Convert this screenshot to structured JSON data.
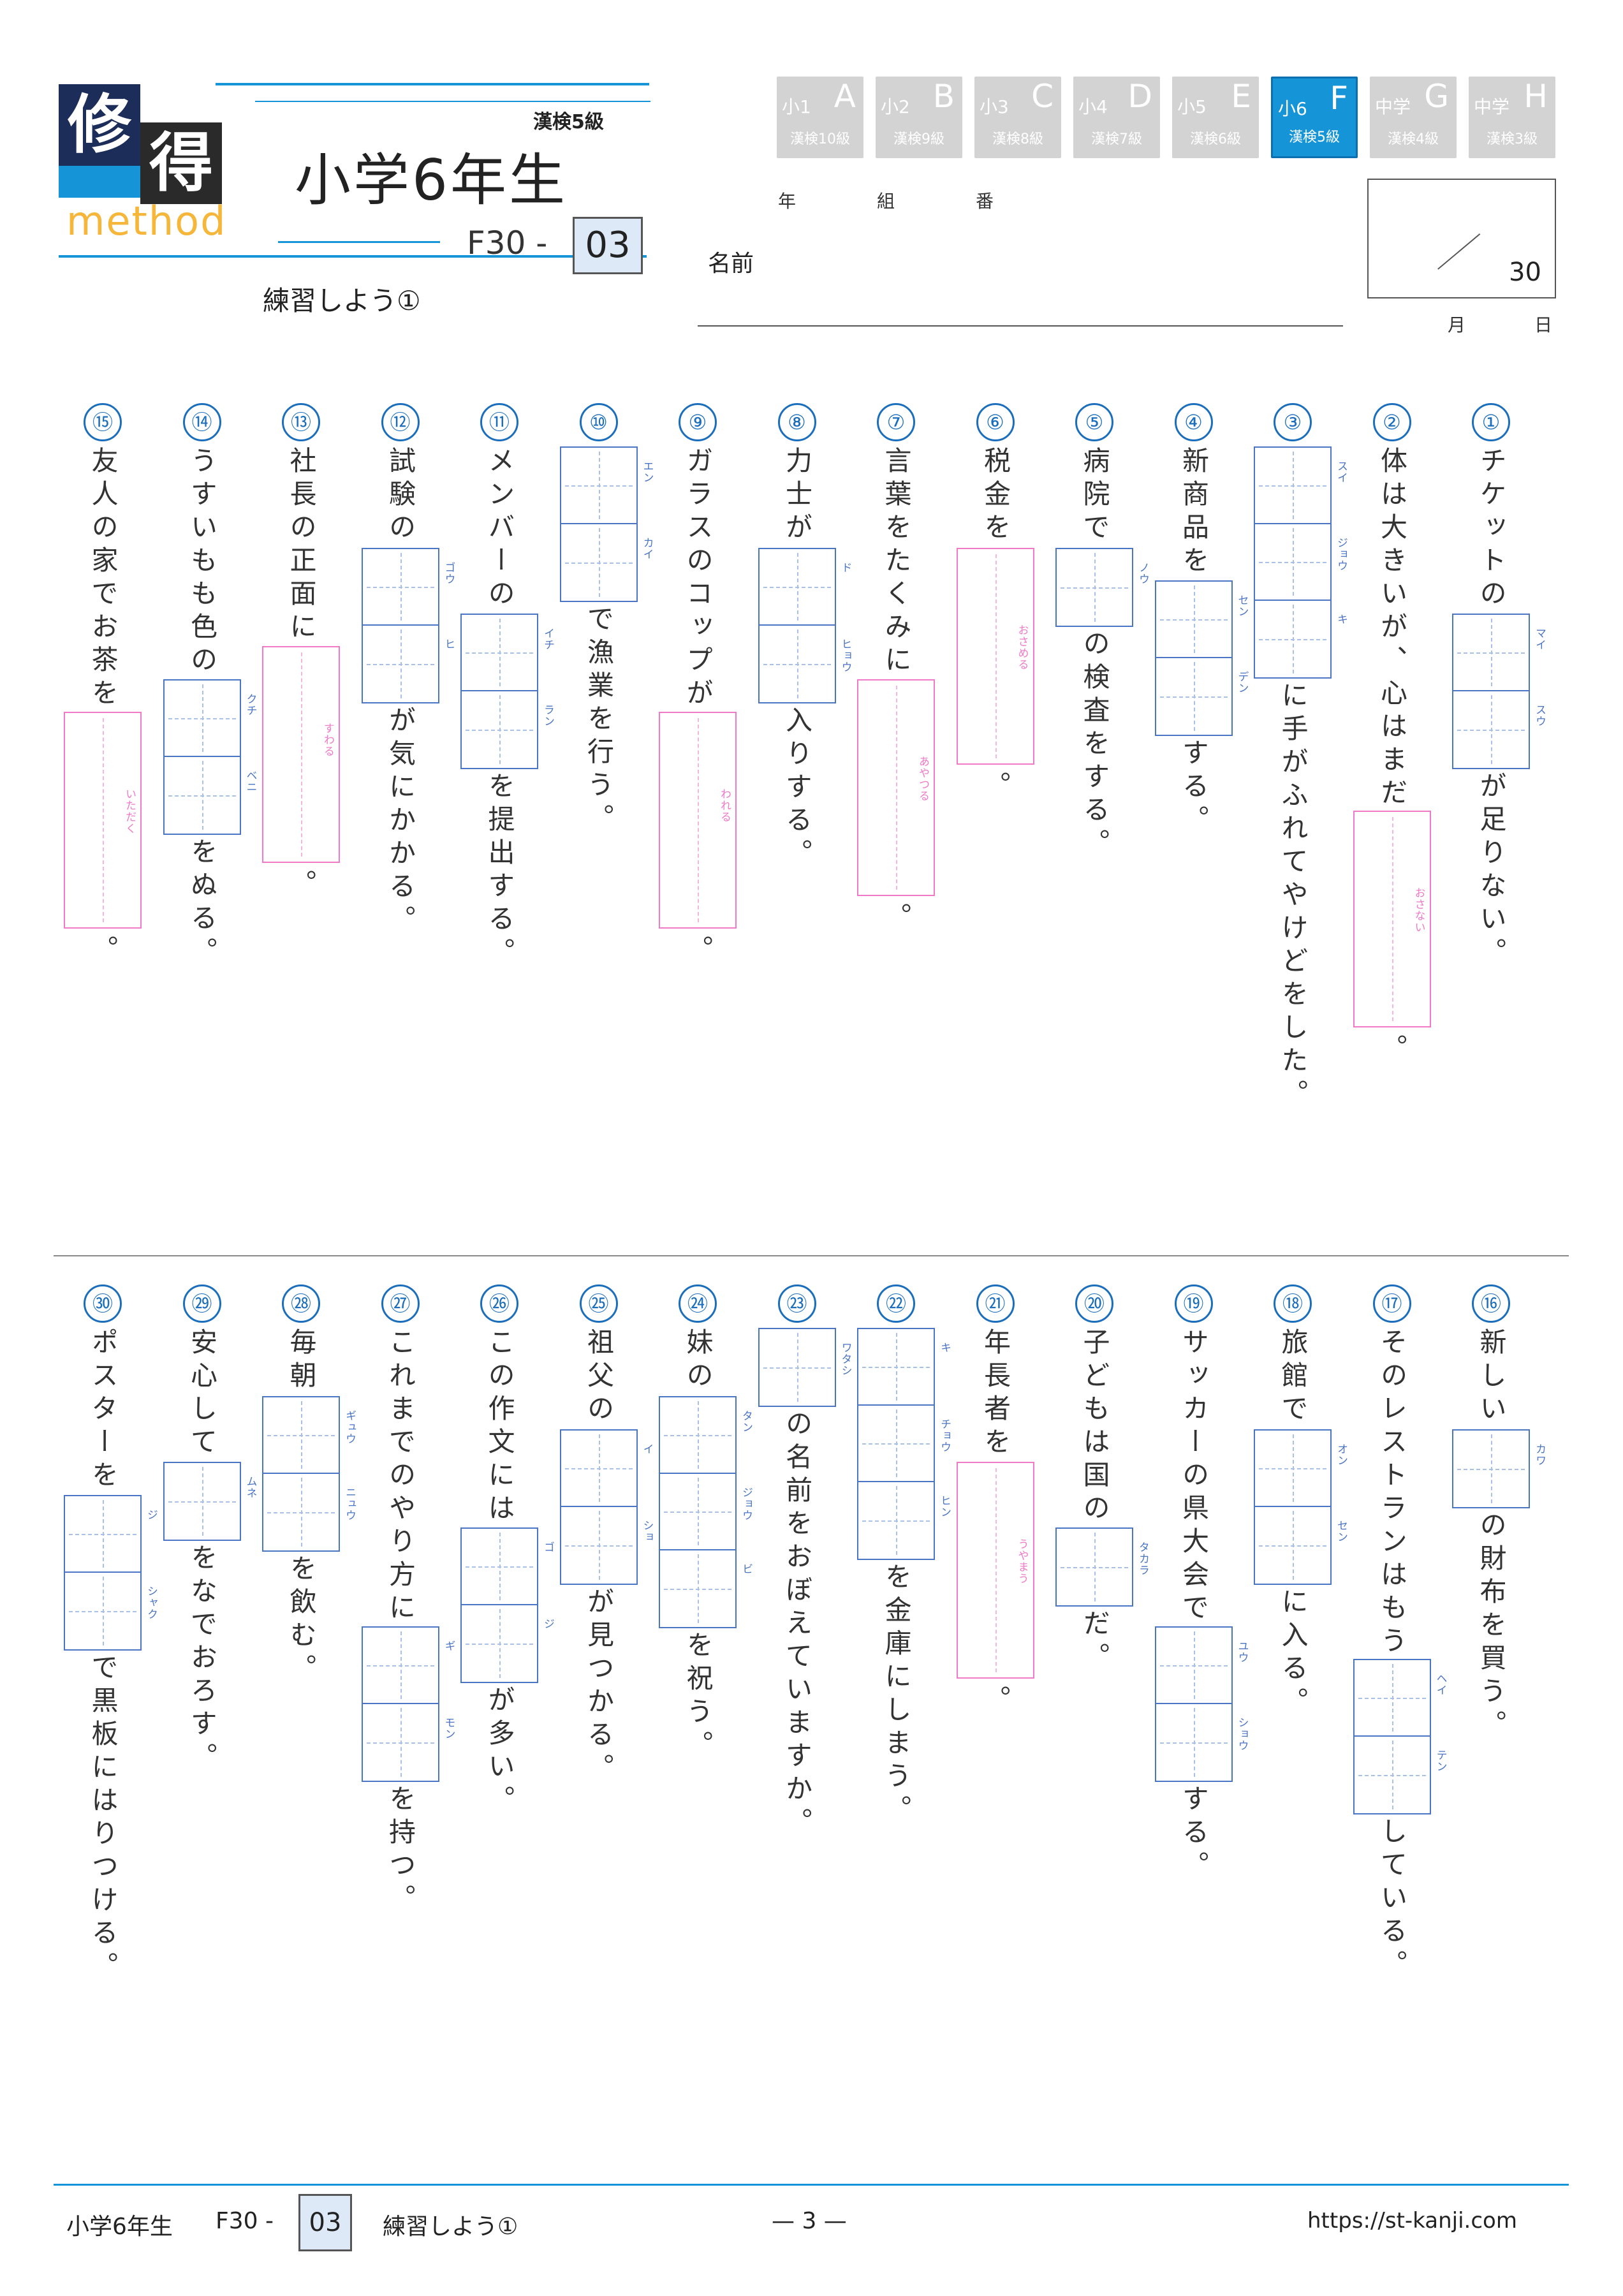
{
  "header": {
    "logo_top": "修",
    "logo_bottom": "得",
    "logo_sub": "method",
    "level": "漢検5級",
    "title": "小学6年生",
    "code_prefix": "F30 -",
    "code_num": "03",
    "subtitle": "練習しよう①",
    "labels": {
      "year": "年",
      "class": "組",
      "number": "番",
      "name": "名前",
      "score": "30",
      "month": "月",
      "day": "日"
    }
  },
  "grades": [
    {
      "top": "小1",
      "letter": "A",
      "level": "漢検10級",
      "active": false
    },
    {
      "top": "小2",
      "letter": "B",
      "level": "漢検9級",
      "active": false
    },
    {
      "top": "小3",
      "letter": "C",
      "level": "漢検8級",
      "active": false
    },
    {
      "top": "小4",
      "letter": "D",
      "level": "漢検7級",
      "active": false
    },
    {
      "top": "小5",
      "letter": "E",
      "level": "漢検6級",
      "active": false
    },
    {
      "top": "小6",
      "letter": "F",
      "level": "漢検5級",
      "active": true
    },
    {
      "top": "中学",
      "letter": "G",
      "level": "漢検4級",
      "active": false
    },
    {
      "top": "中学",
      "letter": "H",
      "level": "漢検3級",
      "active": false
    }
  ],
  "questions": [
    {
      "num": "①",
      "parts": [
        {
          "t": "チケットの"
        },
        {
          "box": 2,
          "ruby": [
            "マイ",
            "スウ"
          ]
        },
        {
          "t": "が足りない。"
        }
      ]
    },
    {
      "num": "②",
      "parts": [
        {
          "t": "体は大きいが、心はまだ"
        },
        {
          "pink": "おさない"
        },
        {
          "t": "。"
        }
      ]
    },
    {
      "num": "③",
      "parts": [
        {
          "box": 3,
          "ruby": [
            "スイ",
            "ジョウ",
            "キ"
          ]
        },
        {
          "t": "に手がふれてやけどをした。"
        }
      ]
    },
    {
      "num": "④",
      "parts": [
        {
          "t": "新商品を"
        },
        {
          "box": 2,
          "ruby": [
            "セン",
            "デン"
          ]
        },
        {
          "t": "する。"
        }
      ]
    },
    {
      "num": "⑤",
      "parts": [
        {
          "t": "病院で"
        },
        {
          "box": 1,
          "ruby": [
            "ノウ"
          ]
        },
        {
          "t": "の検査をする。"
        }
      ]
    },
    {
      "num": "⑥",
      "parts": [
        {
          "t": "税金を"
        },
        {
          "pink": "おさめる"
        },
        {
          "t": "。"
        }
      ]
    },
    {
      "num": "⑦",
      "parts": [
        {
          "t": "言葉をたくみに"
        },
        {
          "pink": "あやつる"
        },
        {
          "t": "。"
        }
      ]
    },
    {
      "num": "⑧",
      "parts": [
        {
          "t": "力士が"
        },
        {
          "box": 2,
          "ruby": [
            "ド",
            "ヒョウ"
          ]
        },
        {
          "t": "入りする。"
        }
      ]
    },
    {
      "num": "⑨",
      "parts": [
        {
          "t": "ガラスのコップが"
        },
        {
          "pink": "われる"
        },
        {
          "t": "。"
        }
      ]
    },
    {
      "num": "⑩",
      "parts": [
        {
          "box": 2,
          "ruby": [
            "エン",
            "カイ"
          ]
        },
        {
          "t": "で漁業を行う。"
        }
      ]
    },
    {
      "num": "⑪",
      "parts": [
        {
          "t": "メンバーの"
        },
        {
          "box": 2,
          "ruby": [
            "イチ",
            "ラン"
          ]
        },
        {
          "t": "を提出する。"
        }
      ]
    },
    {
      "num": "⑫",
      "parts": [
        {
          "t": "試験の"
        },
        {
          "box": 2,
          "ruby": [
            "ゴウ",
            "ヒ"
          ]
        },
        {
          "t": "が気にかかる。"
        }
      ]
    },
    {
      "num": "⑬",
      "parts": [
        {
          "t": "社長の正面に"
        },
        {
          "pink": "すわる"
        },
        {
          "t": "。"
        }
      ]
    },
    {
      "num": "⑭",
      "parts": [
        {
          "t": "うすいもも色の"
        },
        {
          "box": 2,
          "ruby": [
            "クチ",
            "ベニ"
          ]
        },
        {
          "t": "をぬる。"
        }
      ]
    },
    {
      "num": "⑮",
      "parts": [
        {
          "t": "友人の家でお茶を"
        },
        {
          "pink": "いただく"
        },
        {
          "t": "。"
        }
      ]
    },
    {
      "num": "⑯",
      "parts": [
        {
          "t": "新しい"
        },
        {
          "box": 1,
          "ruby": [
            "カワ"
          ]
        },
        {
          "t": "の財布を買う。"
        }
      ]
    },
    {
      "num": "⑰",
      "parts": [
        {
          "t": "そのレストランはもう"
        },
        {
          "box": 2,
          "ruby": [
            "ヘイ",
            "テン"
          ]
        },
        {
          "t": "している。"
        }
      ]
    },
    {
      "num": "⑱",
      "parts": [
        {
          "t": "旅館で"
        },
        {
          "box": 2,
          "ruby": [
            "オン",
            "セン"
          ]
        },
        {
          "t": "に入る。"
        }
      ]
    },
    {
      "num": "⑲",
      "parts": [
        {
          "t": "サッカーの県大会で"
        },
        {
          "box": 2,
          "ruby": [
            "ユウ",
            "ショウ"
          ]
        },
        {
          "t": "する。"
        }
      ]
    },
    {
      "num": "⑳",
      "parts": [
        {
          "t": "子どもは国の"
        },
        {
          "box": 1,
          "ruby": [
            "タカラ"
          ]
        },
        {
          "t": "だ。"
        }
      ]
    },
    {
      "num": "㉑",
      "parts": [
        {
          "t": "年長者を"
        },
        {
          "pink": "うやまう"
        },
        {
          "t": "。"
        }
      ]
    },
    {
      "num": "㉒",
      "parts": [
        {
          "box": 3,
          "ruby": [
            "キ",
            "チョウ",
            "ヒン"
          ]
        },
        {
          "t": "を金庫にしまう。"
        }
      ]
    },
    {
      "num": "㉓",
      "parts": [
        {
          "box": 1,
          "ruby": [
            "ワタシ"
          ]
        },
        {
          "t": "の名前をおぼえていますか。"
        }
      ]
    },
    {
      "num": "㉔",
      "parts": [
        {
          "t": "妹の"
        },
        {
          "box": 3,
          "ruby": [
            "タン",
            "ジョウ",
            "ビ"
          ]
        },
        {
          "t": "を祝う。"
        }
      ]
    },
    {
      "num": "㉕",
      "parts": [
        {
          "t": "祖父の"
        },
        {
          "box": 2,
          "ruby": [
            "イ",
            "ショ"
          ]
        },
        {
          "t": "が見つかる。"
        }
      ]
    },
    {
      "num": "㉖",
      "parts": [
        {
          "t": "この作文には"
        },
        {
          "box": 2,
          "ruby": [
            "ゴ",
            "ジ"
          ]
        },
        {
          "t": "が多い。"
        }
      ]
    },
    {
      "num": "㉗",
      "parts": [
        {
          "t": "これまでのやり方に"
        },
        {
          "box": 2,
          "ruby": [
            "ギ",
            "モン"
          ]
        },
        {
          "t": "を持つ。"
        }
      ]
    },
    {
      "num": "㉘",
      "parts": [
        {
          "t": "毎朝"
        },
        {
          "box": 2,
          "ruby": [
            "ギュウ",
            "ニュウ"
          ]
        },
        {
          "t": "を飲む。"
        }
      ]
    },
    {
      "num": "㉙",
      "parts": [
        {
          "t": "安心して"
        },
        {
          "box": 1,
          "ruby": [
            "ムネ"
          ]
        },
        {
          "t": "をなでおろす。"
        }
      ]
    },
    {
      "num": "㉚",
      "parts": [
        {
          "t": "ポスターを"
        },
        {
          "box": 2,
          "ruby": [
            "ジ",
            "シャク"
          ]
        },
        {
          "t": "で黒板にはりつける。"
        }
      ]
    }
  ],
  "footer": {
    "grade": "小学6年生",
    "code_prefix": "F30 -",
    "code_num": "03",
    "title": "練習しよう①",
    "page": "— 3 —",
    "url": "https://st-kanji.com"
  }
}
